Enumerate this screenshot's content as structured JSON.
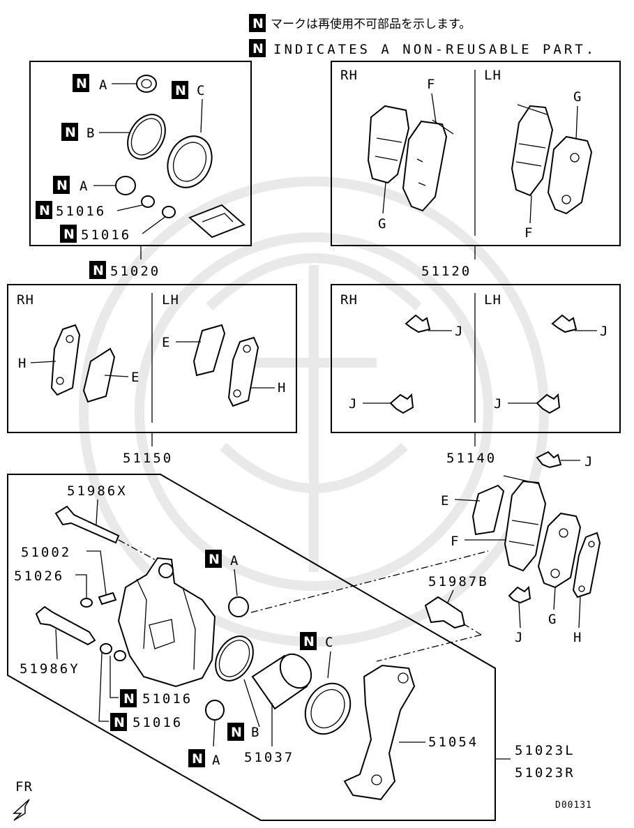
{
  "legend": {
    "badge": "N",
    "japanese": "マークは再使用不可部品を示します。",
    "english": "INDICATES A NON-REUSABLE PART."
  },
  "sections": {
    "seal_kit": {
      "part_number": "51020",
      "labels": [
        "A",
        "B",
        "C",
        "A",
        "51016",
        "51016"
      ]
    },
    "pads": {
      "part_number": "51120",
      "rh": "RH",
      "lh": "LH",
      "labels": [
        "F",
        "G",
        "G",
        "F"
      ]
    },
    "shims": {
      "part_number": "51150",
      "rh": "RH",
      "lh": "LH",
      "labels": [
        "H",
        "E",
        "E",
        "H"
      ]
    },
    "clips": {
      "part_number": "51140",
      "rh": "RH",
      "lh": "LH",
      "labels": [
        "J",
        "J",
        "J",
        "J"
      ]
    }
  },
  "assembly": {
    "labels": {
      "bolt_upper": "51986X",
      "bushing_upper": "51002",
      "bushing_pin": "51026",
      "bolt_lower": "51986Y",
      "boot_a1": "A",
      "seal_c": "C",
      "caliper_bolt": "51987B",
      "boot_small_1": "51016",
      "boot_small_2": "51016",
      "seal_b": "B",
      "piston": "51037",
      "boot_a2": "A",
      "support": "51054",
      "assy_left": "51023L",
      "assy_right": "51023R"
    },
    "exploded": {
      "J_top": "J",
      "E": "E",
      "F": "F",
      "J_bottom": "J",
      "G": "G",
      "H": "H"
    }
  },
  "footer": {
    "direction": "FR",
    "diagram_code": "D00131"
  }
}
